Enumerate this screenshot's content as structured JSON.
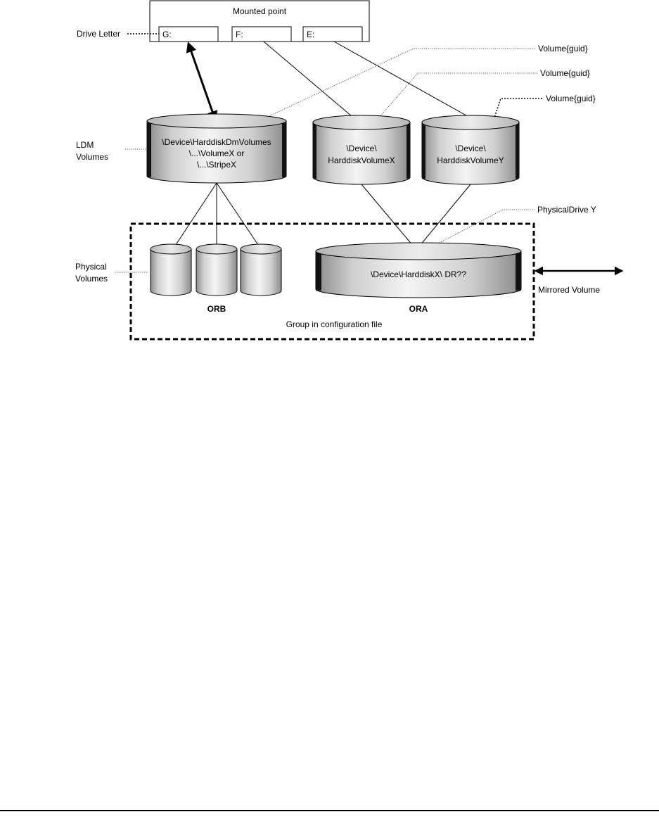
{
  "mount": {
    "title": "Mounted point",
    "drives": [
      "G:",
      "F:",
      "E:"
    ]
  },
  "labels": {
    "drive_letter": "Drive Letter",
    "ldm_volumes": [
      "LDM",
      "Volumes"
    ],
    "physical_volumes": [
      "Physical",
      "Volumes"
    ],
    "guid_1": "Volume{guid}",
    "guid_2": "Volume{guid}",
    "guid_3": "Volume{guid}",
    "physical_drive": "PhysicalDrive Y",
    "mirrored": "Mirrored Volume"
  },
  "cylinders": {
    "ldm": [
      "\\Device\\HarddiskDmVolumes",
      "\\...\\VolumeX or",
      "\\...\\StripeX"
    ],
    "vol_x": [
      "\\Device\\",
      "HarddiskVolumeX"
    ],
    "vol_y": [
      "\\Device\\",
      "HarddiskVolumeY"
    ],
    "harddisk": "\\Device\\HarddiskX\\ DR??"
  },
  "group": {
    "orb": "ORB",
    "ora": "ORA",
    "caption": "Group in configuration file"
  }
}
